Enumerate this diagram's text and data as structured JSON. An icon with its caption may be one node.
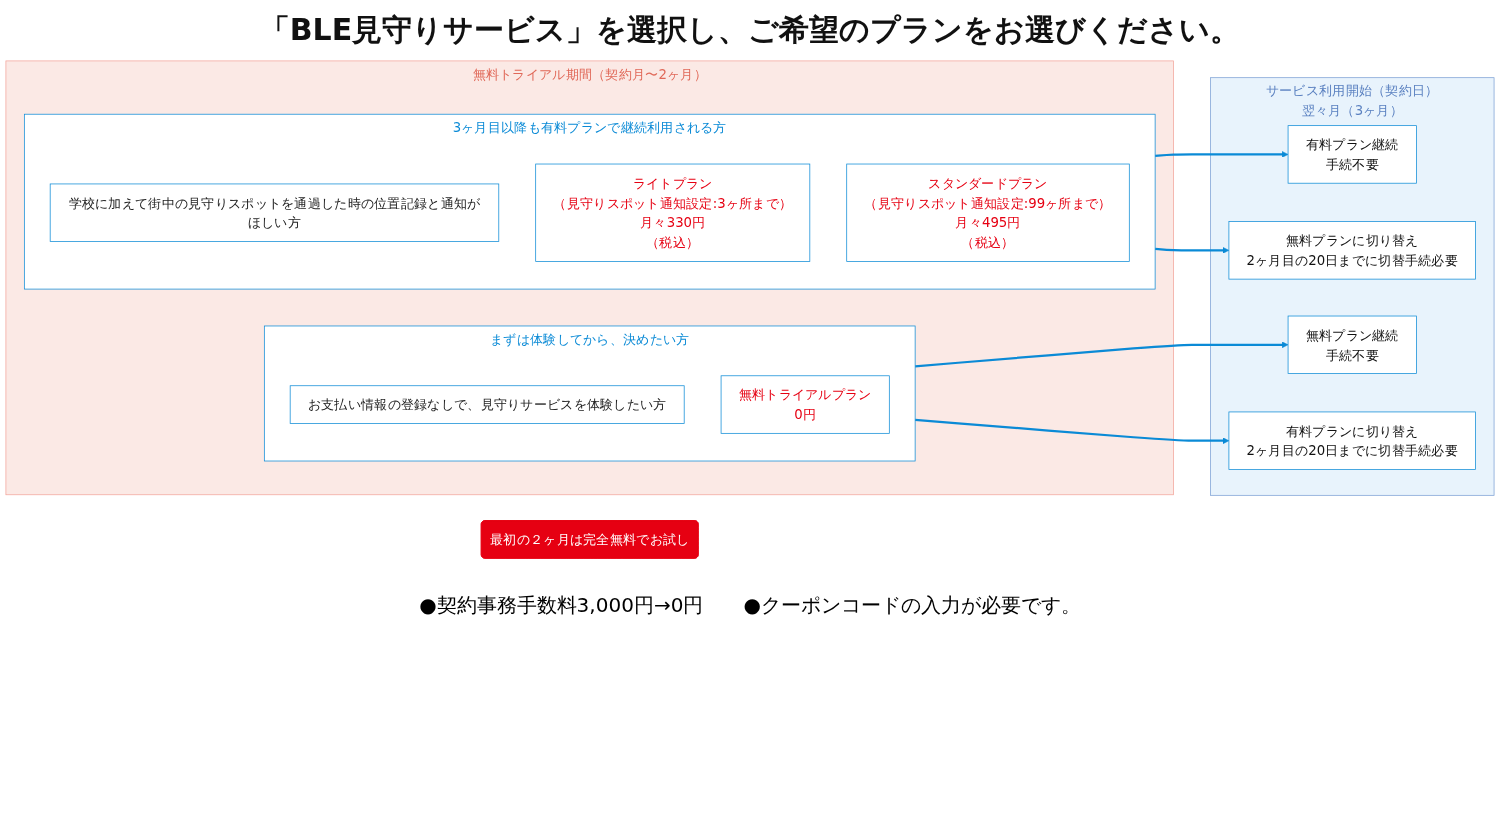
{
  "diagram": {
    "title": "「BLE見守りサービス」を選択し、ご希望のプランをお選びください。",
    "nodes": [
      {
        "text": [
          "最初の２ヶ月は完全無料でお試し"
        ]
      },
      {
        "text": [
          "無料トライアル期間（契約月〜2ヶ月）"
        ]
      },
      {
        "text": [
          "3ヶ月目以降も有料プランで継続利用される方"
        ],
        "in": 1
      },
      {
        "text": [
          "学校に加えて街中の見守りスポットを通過した時の位置記録と通知がほしい方"
        ],
        "in": 2
      },
      {
        "text": [
          "ライトプラン",
          "（見守りスポット通知設定:3ヶ所まで）",
          "月々330円",
          "（税込）"
        ],
        "in": 2
      },
      {
        "text": [
          "スタンダードプラン",
          "（見守りスポット通知設定:99ヶ所まで）",
          "月々495円",
          "（税込）"
        ],
        "in": 2
      },
      {
        "text": [
          "まずは体験してから、決めたい方"
        ],
        "in": 1
      },
      {
        "text": [
          "お支払い情報の登録なしで、見守りサービスを体験したい方"
        ],
        "in": 6
      },
      {
        "text": [
          "無料トライアルプラン",
          "0円"
        ],
        "in": 6
      },
      {
        "text": [
          "サービス利用開始（契約日）",
          "翌々月（3ヶ月）"
        ]
      },
      {
        "text": [
          "有料プラン継続",
          "手続不要"
        ],
        "in": 9
      },
      {
        "text": [
          "無料プランに切り替え",
          "2ヶ月目の20日までに切替手続必要"
        ],
        "in": 9
      },
      {
        "text": [
          "無料プラン継続",
          "手続不要"
        ],
        "in": 9
      },
      {
        "text": [
          "有料プランに切り替え",
          "2ヶ月目の20日までに切替手続必要"
        ],
        "in": 9
      }
    ],
    "edges": [
      {
        "from": 2,
        "to": 10,
        "arrow": "to"
      },
      {
        "from": 2,
        "to": 11,
        "arrow": "to"
      },
      {
        "from": 6,
        "to": 12,
        "arrow": "to"
      },
      {
        "from": 6,
        "to": 13,
        "arrow": "to"
      }
    ],
    "labels": [
      "●契約事務手数料3,000円→0円",
      "●クーポンコードの入力が必要です。"
    ]
  }
}
